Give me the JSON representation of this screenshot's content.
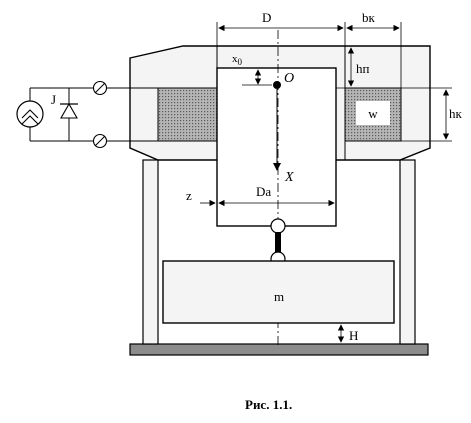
{
  "labels": {
    "J": "J",
    "D": "D",
    "bk": "bк",
    "x0": "x",
    "x0_sub": "0",
    "O": "O",
    "hp": "hп",
    "hk": "hк",
    "w": "w",
    "X": "X",
    "z": "z",
    "Da": "Da",
    "m": "m",
    "H": "H"
  },
  "caption": "Рис. 1.1.",
  "colors": {
    "stroke": "#000000",
    "coil_fill": "#9a9a9a",
    "body_fill": "#ffffff",
    "housing_fill": "#f4f4f4",
    "base_fill": "#8c8c8c"
  },
  "icons": {
    "source": "current-source-icon",
    "diode": "diode-icon",
    "terminals": "terminal-icon"
  }
}
